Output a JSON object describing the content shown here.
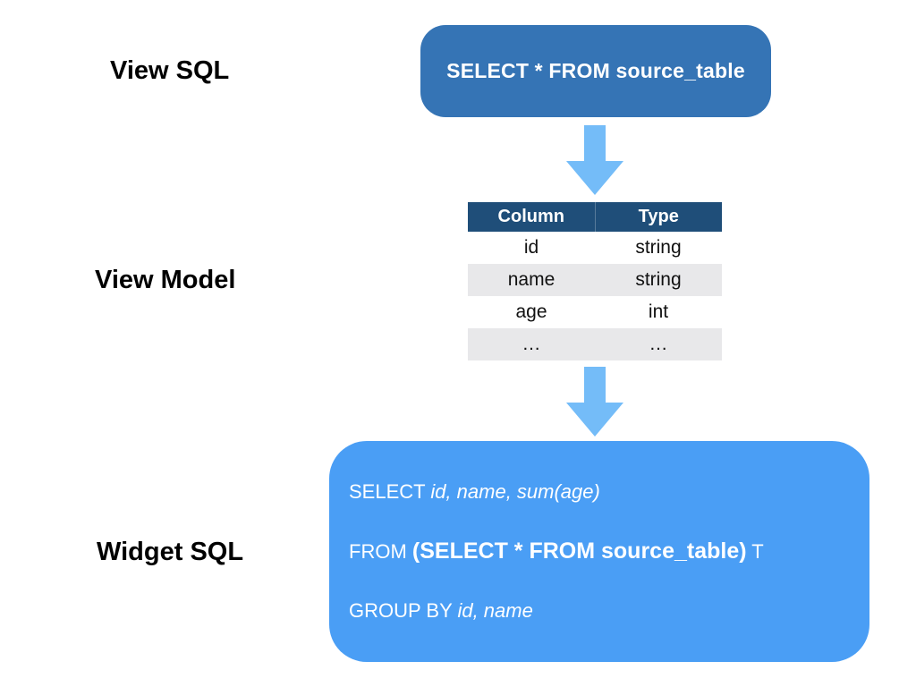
{
  "labels": {
    "view_sql": "View SQL",
    "view_model": "View Model",
    "widget_sql": "Widget SQL"
  },
  "view_sql_box": {
    "text": "SELECT * FROM source_table"
  },
  "view_model_table": {
    "headers": [
      "Column",
      "Type"
    ],
    "rows": [
      [
        "id",
        "string"
      ],
      [
        "name",
        "string"
      ],
      [
        "age",
        "int"
      ],
      [
        "…",
        "…"
      ]
    ]
  },
  "widget_sql_box": {
    "line1": {
      "keyword": "SELECT ",
      "italic": "id, name, sum(age)"
    },
    "line2": {
      "keyword": "FROM ",
      "bold": "(SELECT * FROM source_table)",
      "suffix": " T"
    },
    "line3": {
      "keyword": "GROUP BY ",
      "italic": "id, name"
    }
  },
  "icons": {
    "arrow_1": "down-arrow",
    "arrow_2": "down-arrow"
  },
  "colors": {
    "view_sql_box_bg": "#3574B5",
    "table_header_bg": "#1F4E79",
    "table_row_alt_bg": "#E8E8EA",
    "widget_sql_box_bg": "#4A9EF5",
    "arrow_color": "#74BCF8",
    "label_color": "#000000"
  }
}
